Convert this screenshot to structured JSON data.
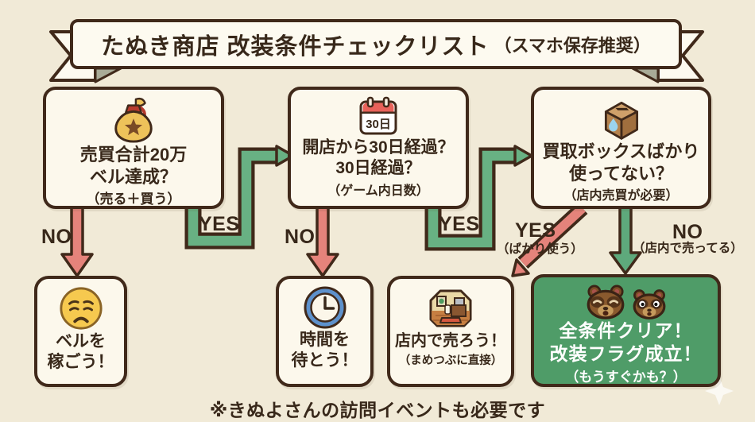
{
  "banner": {
    "title": "たぬき商店 改装条件チェックリスト",
    "subtitle": "（スマホ保存推奨）"
  },
  "decisions": [
    {
      "icon": "money-bag-icon",
      "lines": [
        "売買合計20万",
        "ベル達成？"
      ],
      "sub": "（売る＋買う）"
    },
    {
      "icon": "calendar-icon",
      "icon_label": "30日",
      "lines": [
        "開店から30日経過？",
        "30日経過？"
      ],
      "sub": "（ゲーム内日数）"
    },
    {
      "icon": "drop-box-icon",
      "lines": [
        "買取ボックスばかり",
        "使ってない？"
      ],
      "sub": "（店内売買が必要）"
    }
  ],
  "outcomes": [
    {
      "icon": "sad-face-icon",
      "lines": [
        "ベルを",
        "稼ごう！"
      ]
    },
    {
      "icon": "clock-icon",
      "lines": [
        "時間を",
        "待とう！"
      ]
    },
    {
      "icon": "shop-icon",
      "lines": [
        "店内で売ろう！"
      ],
      "sub": "（まめつぶに直接）"
    },
    {
      "icon": "tanuki-faces-icon",
      "lines": [
        "全条件クリア！",
        "改装フラグ成立！"
      ],
      "sub": "（もうすぐかも？）"
    }
  ],
  "labels": {
    "no1": "NO",
    "yes1": "YES",
    "no2": "NO",
    "yes2": "YES",
    "yes3": "YES",
    "yes3_sub": "（ばかり使う）",
    "no3": "NO",
    "no3_sub": "（店内で売ってる）"
  },
  "note": "※きぬよさんの訪問イベントも必要です",
  "colors": {
    "background": "#f1ead7",
    "card": "#fcf8ec",
    "outline": "#40291a",
    "yes_green": "#68b183",
    "no_red": "#e5837b",
    "clear_green": "#4f9c68"
  }
}
